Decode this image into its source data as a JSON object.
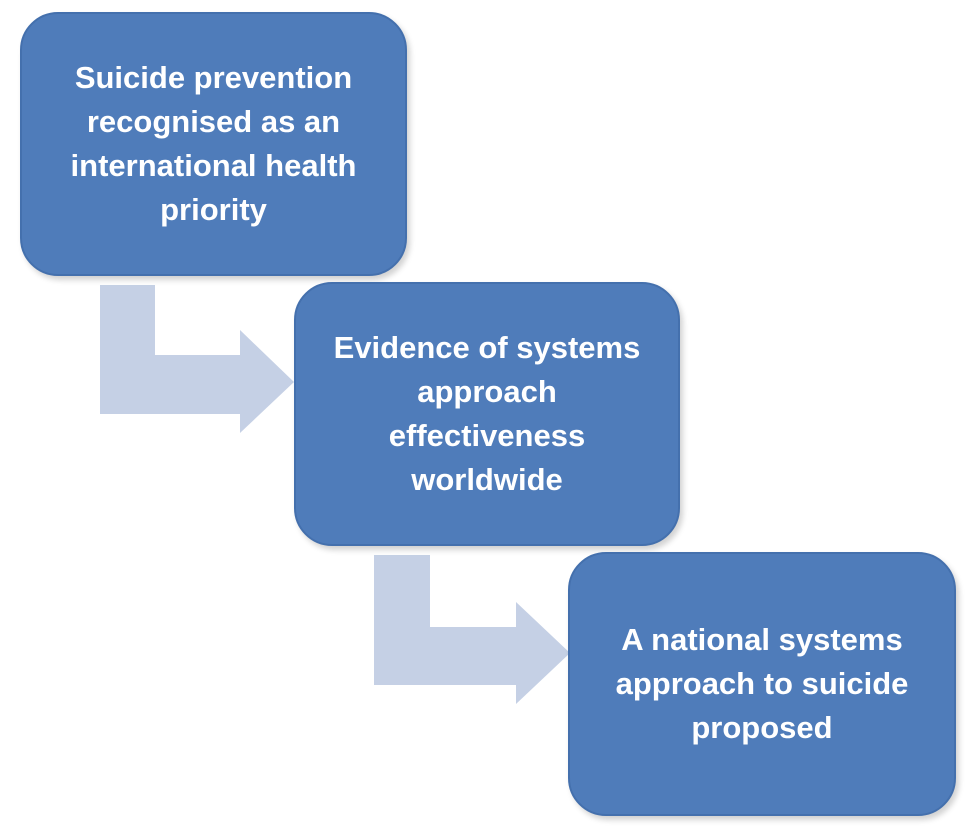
{
  "diagram": {
    "boxes": [
      {
        "id": "box1",
        "lines": [
          "Suicide prevention",
          "recognised as an",
          "international health",
          "priority"
        ]
      },
      {
        "id": "box2",
        "lines": [
          "Evidence of systems",
          "approach",
          "effectiveness",
          "worldwide"
        ]
      },
      {
        "id": "box3",
        "lines": [
          "A national systems",
          "approach to suicide",
          "proposed"
        ]
      }
    ],
    "colors": {
      "box_fill": "#4f7cba",
      "box_border": "#4470ad",
      "box_text": "#ffffff",
      "arrow_fill": "#c5d0e5"
    },
    "connectors": [
      {
        "from": "box1",
        "to": "box2",
        "shape": "bent-arrow"
      },
      {
        "from": "box2",
        "to": "box3",
        "shape": "bent-arrow"
      }
    ]
  }
}
